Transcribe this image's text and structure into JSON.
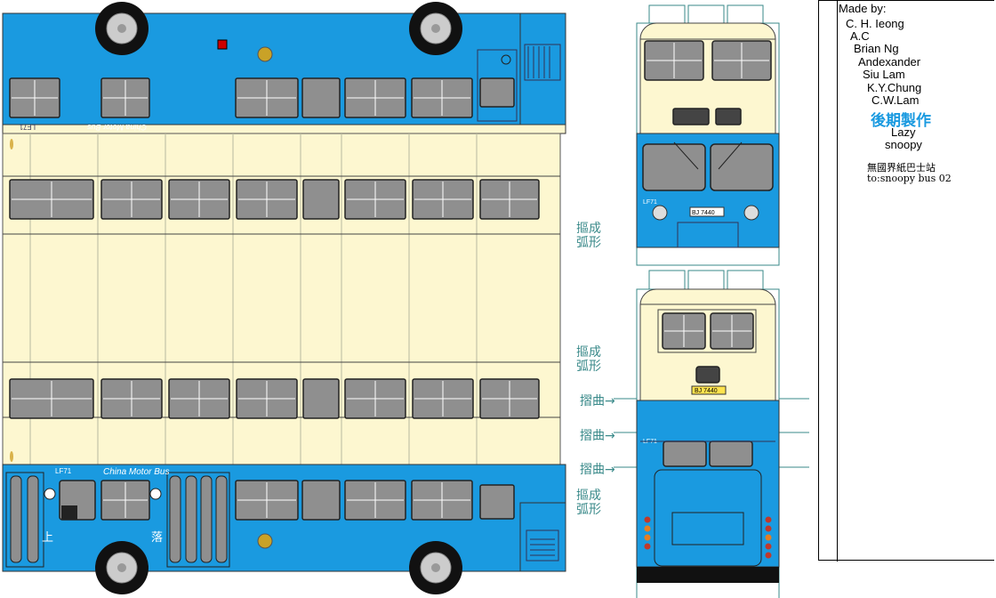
{
  "credits": {
    "header": "Made by:",
    "names": [
      "C. H. Ieong",
      "A.C",
      "Brian Ng",
      "Andexander",
      "Siu Lam",
      "K.Y.Chung",
      "C.W.Lam"
    ],
    "later_title": "後期製作",
    "later_names": [
      "Lazy",
      "snoopy"
    ],
    "site_name": "無國界紙巴士站",
    "site_link": "to:snoopy bus 02"
  },
  "bus": {
    "fleet_no": "LF71",
    "company": "China Motor Bus",
    "plate": "BJ 7440",
    "door_up": "上",
    "door_down": "落"
  },
  "instructions": {
    "bend_curve_1": "摳成",
    "bend_curve_2": "弧形",
    "fold": "摺曲→"
  },
  "colors": {
    "body_blue": "#1a9ae0",
    "cream": "#fdf7d0",
    "window_grey": "#8f8f8f",
    "guide_teal": "#3a8a8a"
  }
}
